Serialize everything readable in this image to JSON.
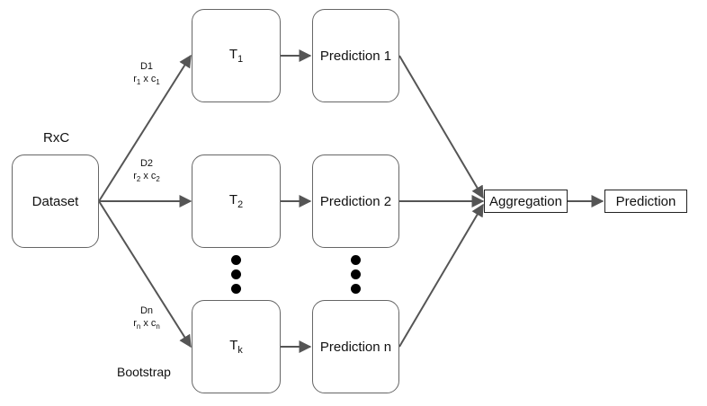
{
  "diagram": {
    "rxc_label": "RxC",
    "dataset_label": "Dataset",
    "bootstrap_label": "Bootstrap",
    "aggregation_label": "Aggregation",
    "prediction_label": "Prediction",
    "branches": [
      {
        "sample_name": "D1",
        "r": "r",
        "r_sub": "1",
        "x": "x",
        "c": "c",
        "c_sub": "1",
        "tree": "T",
        "tree_sub": "1",
        "prediction": "Prediction 1"
      },
      {
        "sample_name": "D2",
        "r": "r",
        "r_sub": "2",
        "x": "x",
        "c": "c",
        "c_sub": "2",
        "tree": "T",
        "tree_sub": "2",
        "prediction": "Prediction 2"
      },
      {
        "sample_name": "Dn",
        "r": "r",
        "r_sub": "n",
        "x": "x",
        "c": "c",
        "c_sub": "n",
        "tree": "T",
        "tree_sub": "k",
        "prediction": "Prediction n"
      }
    ]
  }
}
